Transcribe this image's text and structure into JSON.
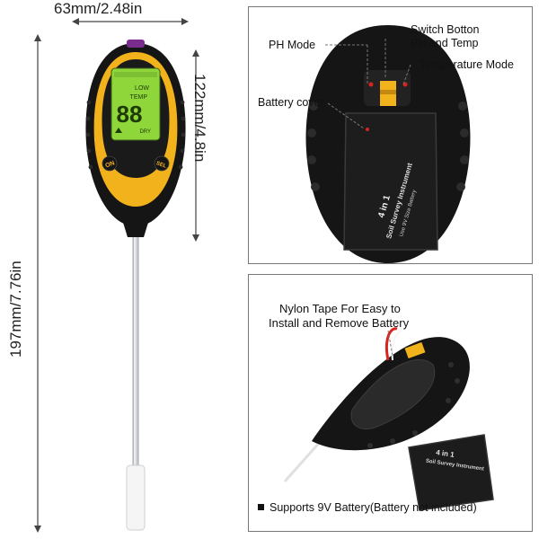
{
  "dimensions": {
    "width_label": "63mm/2.48in",
    "head_height_label": "122mm/4.8in",
    "total_height_label": "197mm/7.76in"
  },
  "meter": {
    "screen": {
      "low": "LOW",
      "temp": "TEMP",
      "digits": "88",
      "dry": "DRY"
    },
    "on_button": "ON",
    "sel_button": "SEL"
  },
  "top_panel": {
    "callouts": {
      "ph_mode": "PH Mode",
      "switch_line1": "Switch Botton",
      "switch_line2": "PH and Temp",
      "temperature_mode": "Temperature Mode",
      "battery_cover": "Battery cover"
    },
    "device_text": {
      "line1": "4 in 1",
      "line2": "Soil Survey Instrument",
      "line3": "Use 9V Size Battery"
    }
  },
  "bottom_panel": {
    "callout_line1": "Nylon Tape For Easy to",
    "callout_line2": "Install and Remove Battery",
    "cover_text": {
      "line1": "4 in 1",
      "line2": "Soil Survey Instrument"
    },
    "footer": "Supports 9V Battery(Battery not included)"
  },
  "colors": {
    "yellow": "#f2b21c",
    "body_black": "#151515",
    "lcd_green": "#8fd63a",
    "accent_red": "#d8241c",
    "purple": "#7a2d8f"
  }
}
